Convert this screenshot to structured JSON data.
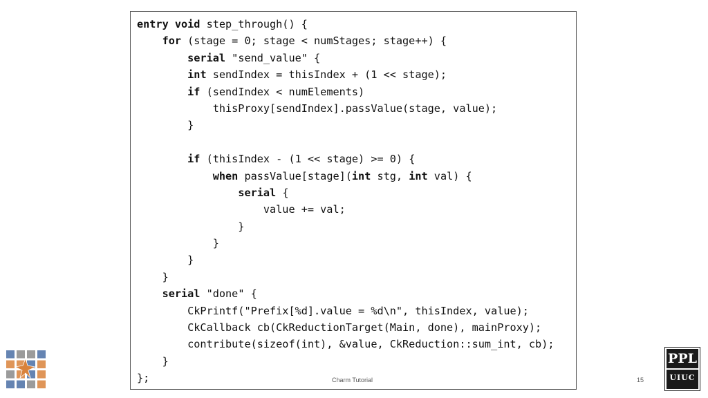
{
  "code": {
    "lines": [
      [
        {
          "t": "entry void",
          "b": true
        },
        {
          "t": " step_through() {",
          "b": false
        }
      ],
      [
        {
          "t": "    ",
          "b": false
        },
        {
          "t": "for",
          "b": true
        },
        {
          "t": " (stage = 0; stage < numStages; stage++) {",
          "b": false
        }
      ],
      [
        {
          "t": "        ",
          "b": false
        },
        {
          "t": "serial",
          "b": true
        },
        {
          "t": " \"send_value\" {",
          "b": false
        }
      ],
      [
        {
          "t": "        ",
          "b": false
        },
        {
          "t": "int",
          "b": true
        },
        {
          "t": " sendIndex = thisIndex + (1 << stage);",
          "b": false
        }
      ],
      [
        {
          "t": "        ",
          "b": false
        },
        {
          "t": "if",
          "b": true
        },
        {
          "t": " (sendIndex < numElements)",
          "b": false
        }
      ],
      [
        {
          "t": "            thisProxy[sendIndex].passValue(stage, value);",
          "b": false
        }
      ],
      [
        {
          "t": "        }",
          "b": false
        }
      ],
      [
        {
          "t": "",
          "b": false
        }
      ],
      [
        {
          "t": "        ",
          "b": false
        },
        {
          "t": "if",
          "b": true
        },
        {
          "t": " (thisIndex - (1 << stage) >= 0) {",
          "b": false
        }
      ],
      [
        {
          "t": "            ",
          "b": false
        },
        {
          "t": "when",
          "b": true
        },
        {
          "t": " passValue[stage](",
          "b": false
        },
        {
          "t": "int",
          "b": true
        },
        {
          "t": " stg, ",
          "b": false
        },
        {
          "t": "int",
          "b": true
        },
        {
          "t": " val) {",
          "b": false
        }
      ],
      [
        {
          "t": "                ",
          "b": false
        },
        {
          "t": "serial",
          "b": true
        },
        {
          "t": " {",
          "b": false
        }
      ],
      [
        {
          "t": "                    value += val;",
          "b": false
        }
      ],
      [
        {
          "t": "                }",
          "b": false
        }
      ],
      [
        {
          "t": "            }",
          "b": false
        }
      ],
      [
        {
          "t": "        }",
          "b": false
        }
      ],
      [
        {
          "t": "    }",
          "b": false
        }
      ],
      [
        {
          "t": "    ",
          "b": false
        },
        {
          "t": "serial",
          "b": true
        },
        {
          "t": " \"done\" {",
          "b": false
        }
      ],
      [
        {
          "t": "        CkPrintf(\"Prefix[%d].value = %d\\n\", thisIndex, value);",
          "b": false
        }
      ],
      [
        {
          "t": "        CkCallback cb(CkReductionTarget(Main, done), mainProxy);",
          "b": false
        }
      ],
      [
        {
          "t": "        contribute(sizeof(int), &value, CkReduction::sum_int, cb);",
          "b": false
        }
      ],
      [
        {
          "t": "    }",
          "b": false
        }
      ],
      [
        {
          "t": "};",
          "b": false
        }
      ]
    ]
  },
  "footer": {
    "title": "Charm Tutorial",
    "page_number": "15"
  },
  "logos": {
    "ppl_top": "PPL",
    "ppl_bottom": "UIUC"
  },
  "colors": {
    "charm_blue": "#4a6fa5",
    "charm_orange": "#d9823b",
    "charm_gray": "#8a8a8a"
  }
}
